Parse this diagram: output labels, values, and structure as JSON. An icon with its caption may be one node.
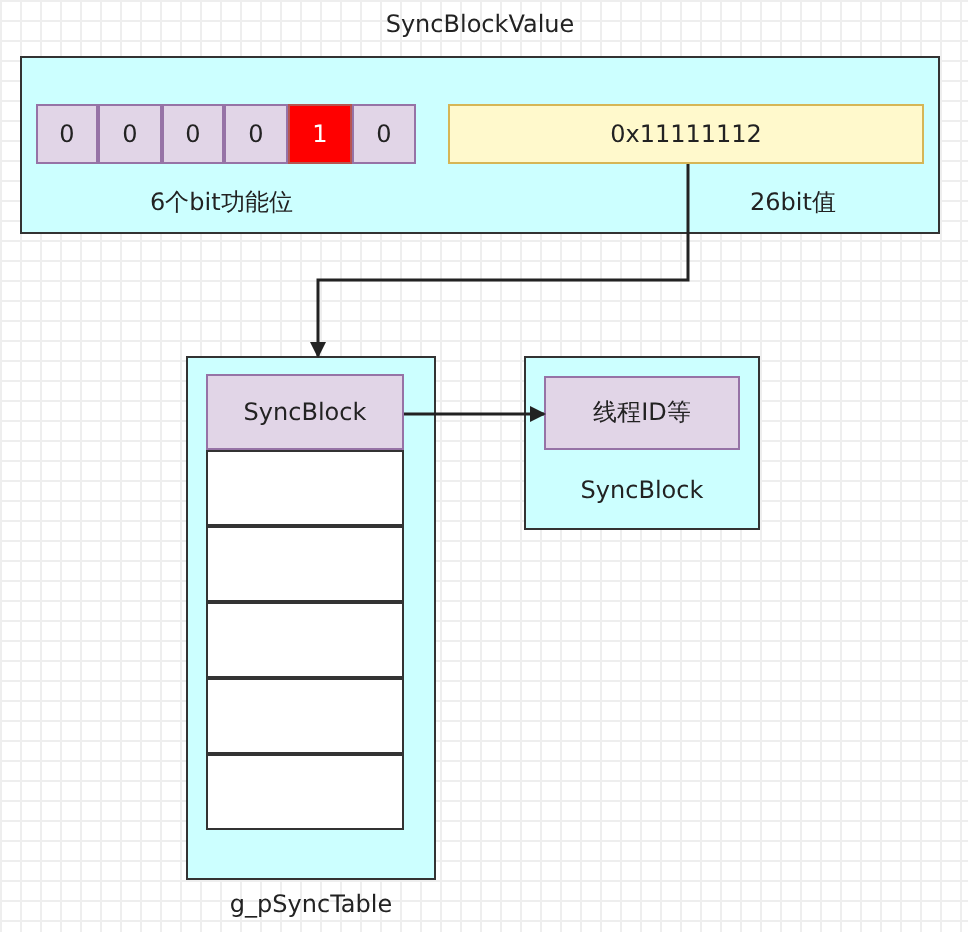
{
  "diagram": {
    "nodes": [
      {
        "text": [
          "SyncBlockValue"
        ]
      },
      {
        "text": [
          "0"
        ],
        "in": 0
      },
      {
        "text": [
          "0"
        ],
        "in": 0
      },
      {
        "text": [
          "0"
        ],
        "in": 0
      },
      {
        "text": [
          "0"
        ],
        "in": 0
      },
      {
        "text": [
          "1"
        ],
        "in": 0
      },
      {
        "text": [
          "0"
        ],
        "in": 0
      },
      {
        "text": [
          "0x11111112"
        ],
        "in": 0,
        "beside": [
          "26bit值"
        ]
      },
      {
        "text": [
          "g_pSyncTable"
        ]
      },
      {
        "text": [
          "SyncBlock"
        ],
        "in": 8
      },
      {
        "text": [],
        "shape": "box",
        "in": 8
      },
      {
        "text": [],
        "shape": "box",
        "in": 8
      },
      {
        "text": [],
        "shape": "box",
        "in": 8
      },
      {
        "text": [],
        "shape": "box",
        "in": 8
      },
      {
        "text": [],
        "shape": "box",
        "in": 8
      },
      {
        "text": [
          "SyncBlock"
        ]
      },
      {
        "text": [
          "线程ID等"
        ],
        "in": 15
      }
    ],
    "edges": [
      {
        "from": 7,
        "to": 8,
        "arrow": "to"
      },
      {
        "from": 9,
        "to": 16,
        "arrow": "to"
      }
    ],
    "labels": [
      "6个bit功能位"
    ]
  }
}
